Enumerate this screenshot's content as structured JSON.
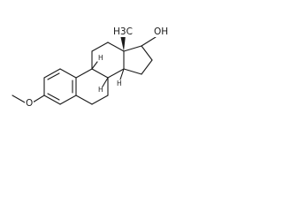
{
  "molecule": {
    "labels": {
      "hydroxyl": "OH",
      "methyl": "H3C",
      "methoxy_oxygen": "O",
      "h_8": "H",
      "h_9": "H",
      "h_14": "H"
    }
  },
  "colors": {
    "bond": "#1a1a1a",
    "background": "#ffffff"
  }
}
